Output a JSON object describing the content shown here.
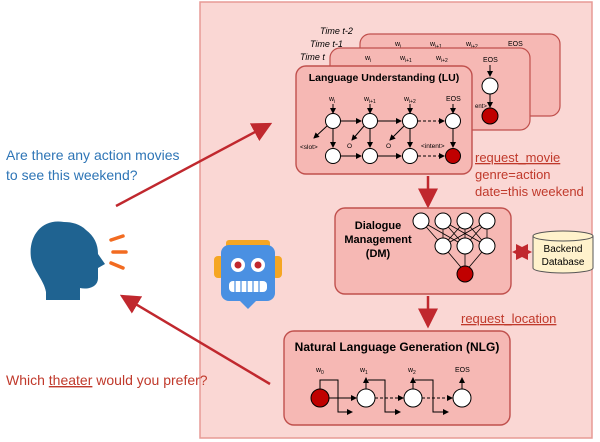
{
  "user_utterance": [
    "Are there any action movies",
    "to see this weekend?"
  ],
  "system_response": {
    "before": "Which ",
    "underlined": "theater",
    "after": " would you prefer?"
  },
  "time_labels": [
    "Time t-2",
    "Time t-1",
    "Time t"
  ],
  "lu": {
    "title": "Language Understanding (LU)",
    "word_labels": [
      "w",
      "w",
      "w",
      "EOS"
    ],
    "word_subscripts": [
      "i",
      "i+1",
      "i+2",
      ""
    ],
    "slot_labels": [
      "<slot>",
      "O",
      "O",
      "<intent>"
    ]
  },
  "back_frame_labels": {
    "words": [
      "w",
      "w",
      "w",
      "EOS"
    ],
    "subscripts": [
      "i",
      "i+1",
      "i+2",
      ""
    ],
    "intent_fragment": "ent>"
  },
  "semantic_frame": {
    "intent": "request_movie",
    "slots": [
      "genre=action",
      "date=this weekend"
    ]
  },
  "dm": {
    "title_lines": [
      "Dialogue",
      "Management",
      "(DM)"
    ]
  },
  "backend": {
    "lines": [
      "Backend",
      "Database"
    ]
  },
  "system_action": "request_location",
  "nlg": {
    "title": "Natural Language Generation (NLG)",
    "word_labels": [
      "w",
      "w",
      "w",
      "EOS"
    ],
    "word_subscripts": [
      "0",
      "1",
      "2",
      ""
    ]
  },
  "colors": {
    "panel_fill": "#fad7d4",
    "panel_stroke": "#e79a95",
    "module_fill": "#f6b8b4",
    "module_stroke": "#c0504d",
    "arrow": "#c0282e",
    "user_text": "#2e75b6",
    "system_text": "#c0392b",
    "user_head": "#1f6391",
    "robot_body": "#4a90e2",
    "node_red": "#c00000"
  },
  "icons": [
    "person-speaking-icon",
    "robot-icon",
    "database-icon"
  ]
}
